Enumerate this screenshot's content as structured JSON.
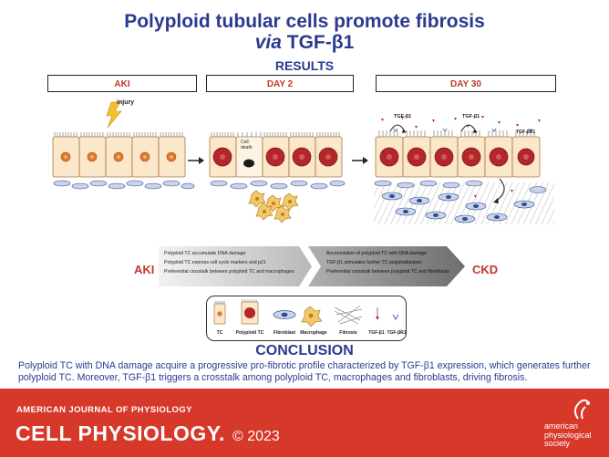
{
  "title_line1": "Polyploid tubular cells promote fibrosis",
  "title_via": "via",
  "title_rest": " TGF-β1",
  "results": "RESULTS",
  "stages": [
    "AKI",
    "DAY 2",
    "DAY 30"
  ],
  "annotations": {
    "injury": "injury",
    "cell_death_1": "Cell",
    "cell_death_2": "death",
    "tgf1": "TGF-β1",
    "tgf2": "TGF-β1",
    "tgfr": "TGF-βR1"
  },
  "progression": {
    "left_label": "AKI",
    "right_label": "CKD",
    "phase1": [
      "Polyploid TC accumulate DNA damage",
      "Polyploid TC express cell cycle markers and p21",
      "Preferential crosstalk between polyploid TC and macrophages"
    ],
    "phase2": [
      "Accumulation of polyploid TC with DNA damage",
      "TGF-β1 stimulates further TC polyploidization",
      "Preferential crosstalk between polyploid TC and fibroblasts"
    ]
  },
  "legend": {
    "tc": "TC",
    "polyploid_tc": "Polyploid TC",
    "fibroblast": "Fibroblast",
    "macrophage": "Macrophage",
    "fibrosis": "Fibrosis",
    "tgfb1": "TGF-β1",
    "tgfbr1": "TGF-βR1"
  },
  "conclusion_heading": "CONCLUSION",
  "conclusion_text": "Polyploid TC with DNA damage acquire a progressive pro-fibrotic profile characterized by TGF-β1 expression, which generates further polyploid TC. Moreover, TGF-β1 triggers a crosstalk among polyploid TC, macrophages and fibroblasts, driving fibrosis.",
  "footer": {
    "journal": "AMERICAN JOURNAL OF PHYSIOLOGY",
    "name": "CELL PHYSIOLOGY.",
    "copyright": "© 2023",
    "aps": [
      "american",
      "physiological",
      "society"
    ]
  },
  "colors": {
    "title": "#2b3a8f",
    "stage": "#c0392b",
    "footer": "#d6382a",
    "nucleus": "#e07a2a",
    "polyploid_nucleus": "#b3262a",
    "fibroblast": "#2f4a8c",
    "macrophage": "#e0a030"
  }
}
